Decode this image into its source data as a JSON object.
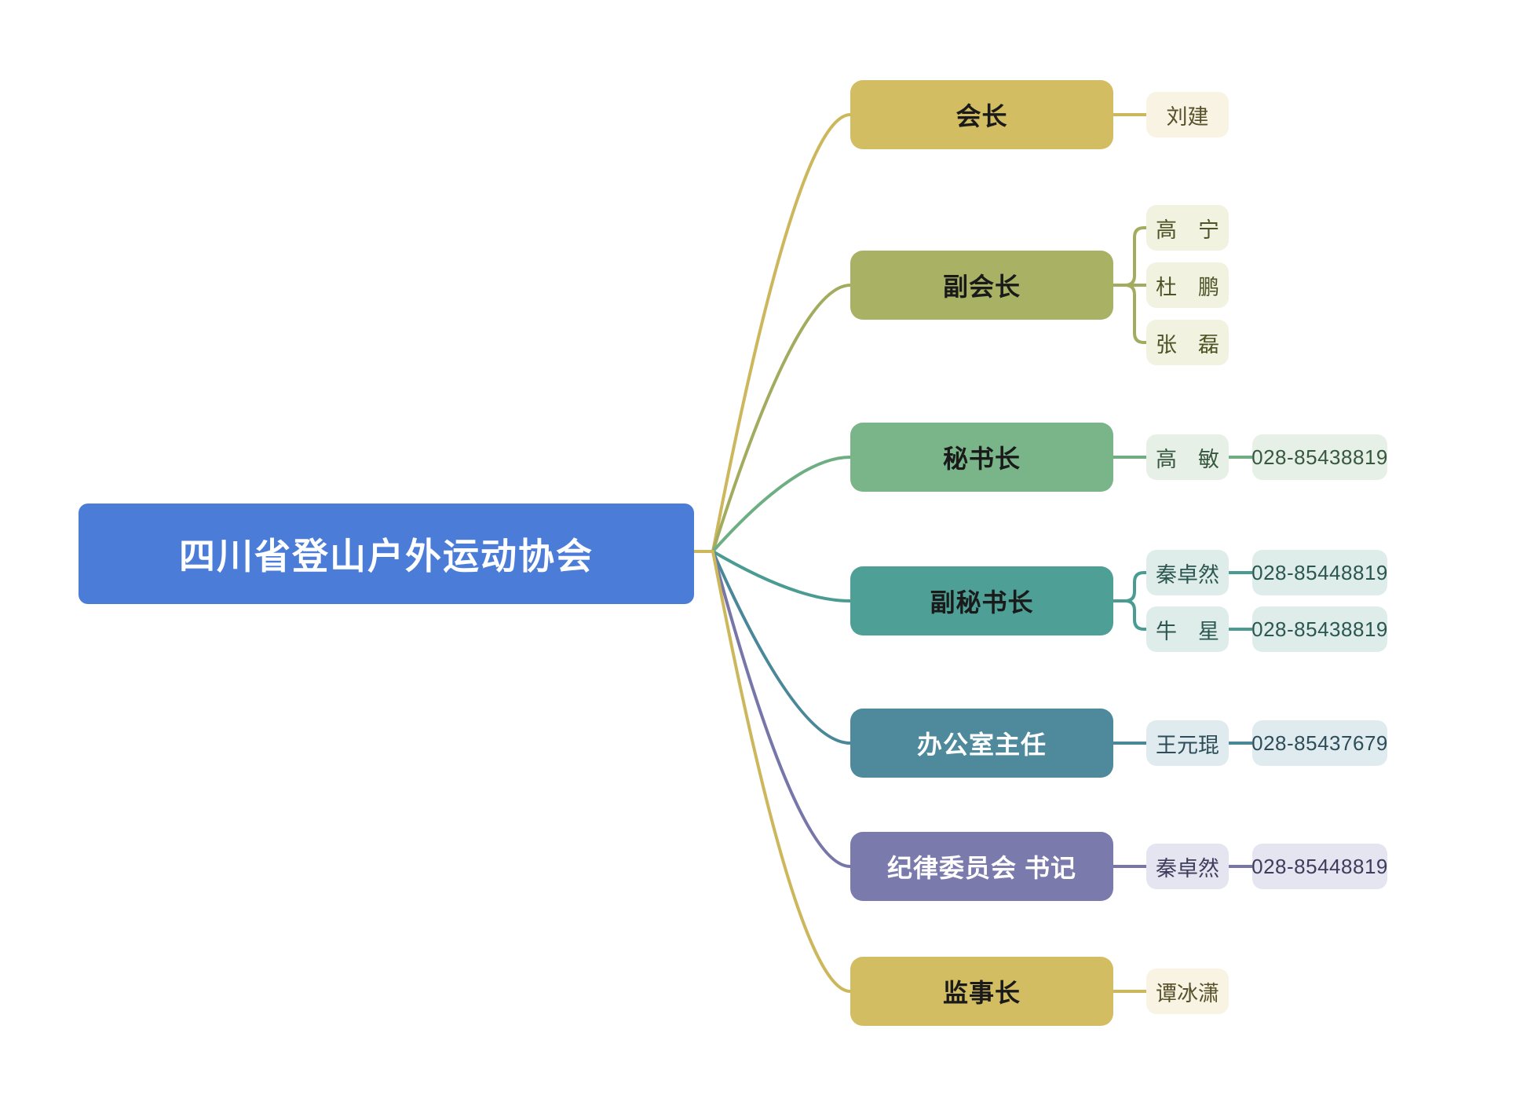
{
  "title": "四川省登山户外运动协会",
  "colors": {
    "canvas_bg": "#FFFFFF",
    "root_bg": "#4A7CD8",
    "root_text": "#FFFFFF",
    "stub_line": "#CDB75C"
  },
  "branches": [
    {
      "label": "会长",
      "fill": "#D3BD62",
      "line": "#CDB75C",
      "label_color": "#1A1A1A",
      "leaf_bg": "#F8F3E2",
      "leaf_text": "#57502B",
      "children": [
        {
          "name": "刘建"
        }
      ]
    },
    {
      "label": "副会长",
      "fill": "#A9B164",
      "line": "#A3AC5E",
      "label_color": "#1A1A1A",
      "leaf_bg": "#F1F2E0",
      "leaf_text": "#4E5426",
      "children": [
        {
          "name": "高　宁"
        },
        {
          "name": "杜　鹏"
        },
        {
          "name": "张　磊"
        }
      ]
    },
    {
      "label": "秘书长",
      "fill": "#79B588",
      "line": "#6FAE83",
      "label_color": "#1A1A1A",
      "leaf_bg": "#E6F0E6",
      "leaf_text": "#38573F",
      "children": [
        {
          "name": "高　敏",
          "phone": "028-85438819"
        }
      ]
    },
    {
      "label": "副秘书长",
      "fill": "#4EA096",
      "line": "#4A9C92",
      "label_color": "#1A1A1A",
      "leaf_bg": "#DFEDEA",
      "leaf_text": "#2C5650",
      "children": [
        {
          "name": "秦卓然",
          "phone": "028-85448819"
        },
        {
          "name": "牛　星",
          "phone": "028-85438819"
        }
      ]
    },
    {
      "label": "办公室主任",
      "fill": "#4E8A9C",
      "line": "#4A8799",
      "label_color": "#FFFFFF",
      "leaf_bg": "#DFEBEF",
      "leaf_text": "#2E4D58",
      "children": [
        {
          "name": "王元琨",
          "phone": "028-85437679"
        }
      ]
    },
    {
      "label": "纪律委员会 书记",
      "fill": "#7B7AAD",
      "line": "#7776A9",
      "label_color": "#FFFFFF",
      "leaf_bg": "#E5E4F1",
      "leaf_text": "#3D3D5C",
      "children": [
        {
          "name": "秦卓然",
          "phone": "028-85448819"
        }
      ]
    },
    {
      "label": "监事长",
      "fill": "#D3BD62",
      "line": "#CDB75C",
      "label_color": "#1A1A1A",
      "leaf_bg": "#F8F3E2",
      "leaf_text": "#57502B",
      "children": [
        {
          "name": "谭冰潇"
        }
      ]
    }
  ]
}
